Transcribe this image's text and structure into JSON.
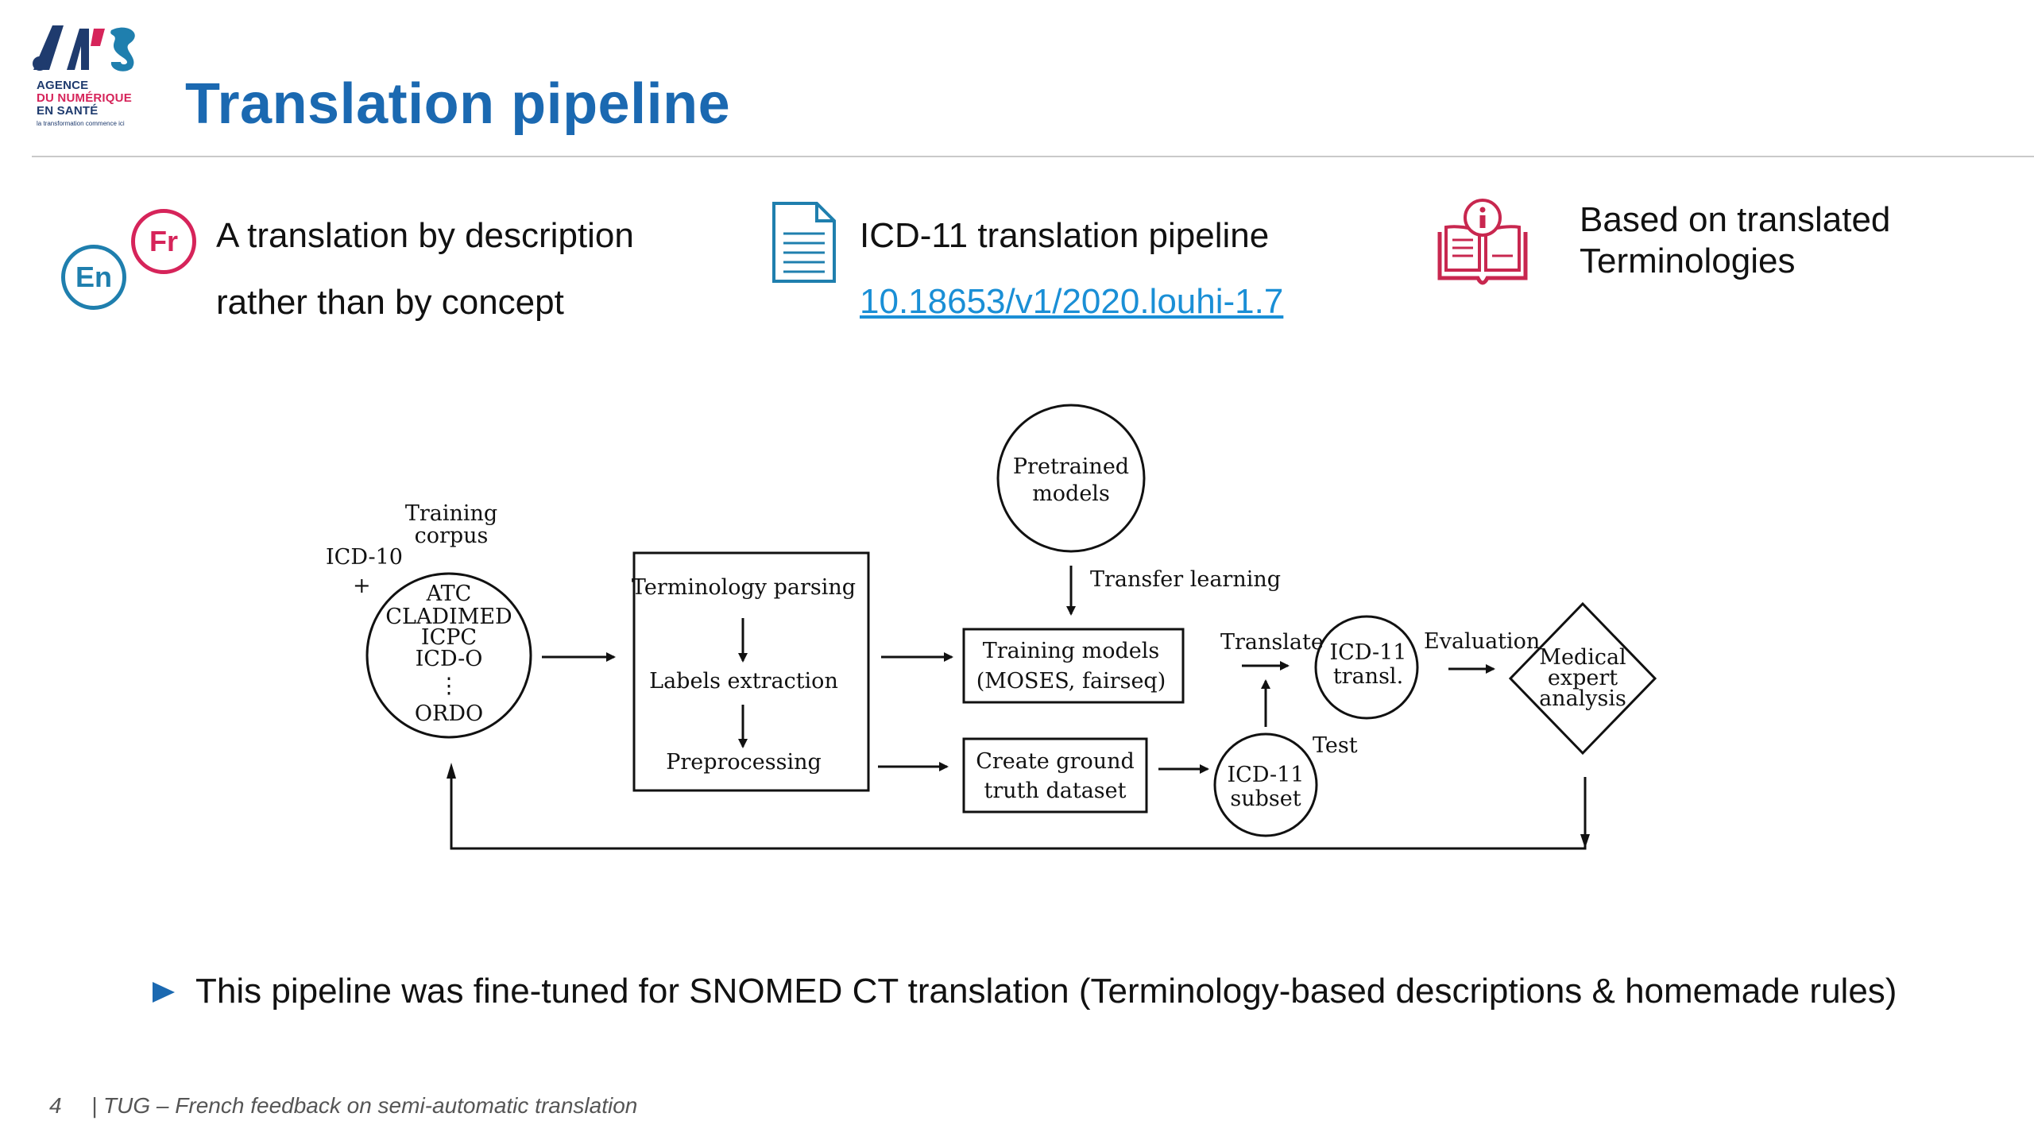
{
  "logo": {
    "line1": "AGENCE",
    "line2": "DU NUMÉRIQUE",
    "line3": "EN SANTÉ",
    "tagline": "la transformation commence ici"
  },
  "title": "Translation pipeline",
  "features": {
    "description": {
      "badge_en": "En",
      "badge_fr": "Fr",
      "line1": "A translation by description",
      "line2": "rather than by concept"
    },
    "icd11": {
      "label": "ICD-11 translation pipeline",
      "doi": "10.18653/v1/2020.louhi-1.7"
    },
    "terminologies": {
      "line1": "Based on translated",
      "line2": "Terminologies"
    }
  },
  "diagram": {
    "training_corpus": "Training corpus",
    "training_corpus_l1": "Training",
    "training_corpus_l2": "corpus",
    "icd10": "ICD-10",
    "plus": "+",
    "corpus_items": [
      "ATC",
      "CLADIMED",
      "ICPC",
      "ICD-O",
      "⋮",
      "ORDO"
    ],
    "box1": [
      "Terminology parsing",
      "Labels extraction",
      "Preprocessing"
    ],
    "pretrained": [
      "Pretrained",
      "models"
    ],
    "transfer_learning": "Transfer learning",
    "training_models": [
      "Training models",
      "(MOSES, fairseq)"
    ],
    "ground_truth": [
      "Create ground",
      "truth dataset"
    ],
    "translate": "Translate",
    "test": "Test",
    "icd11_transl": [
      "ICD-11",
      "transl."
    ],
    "icd11_subset": [
      "ICD-11",
      "subset"
    ],
    "evaluation": "Evaluation",
    "medical": [
      "Medical",
      "expert",
      "analysis"
    ]
  },
  "bullet": "This pipeline was fine-tuned for SNOMED CT translation (Terminology-based descriptions & homemade rules)",
  "footer": {
    "page": "4",
    "text": "| TUG – French feedback on semi-automatic translation"
  },
  "colors": {
    "title": "#1b69b1",
    "badge_en": "#1f7fae",
    "badge_fr": "#d6245a",
    "link": "#1a8fd6",
    "bullet": "#1b69b1",
    "icon_red": "#c8274f",
    "icon_blue": "#1f7fae"
  },
  "icons": [
    "logo-mark",
    "en-badge",
    "fr-badge",
    "document-icon",
    "info-book-icon",
    "bullet-triangle-icon"
  ]
}
